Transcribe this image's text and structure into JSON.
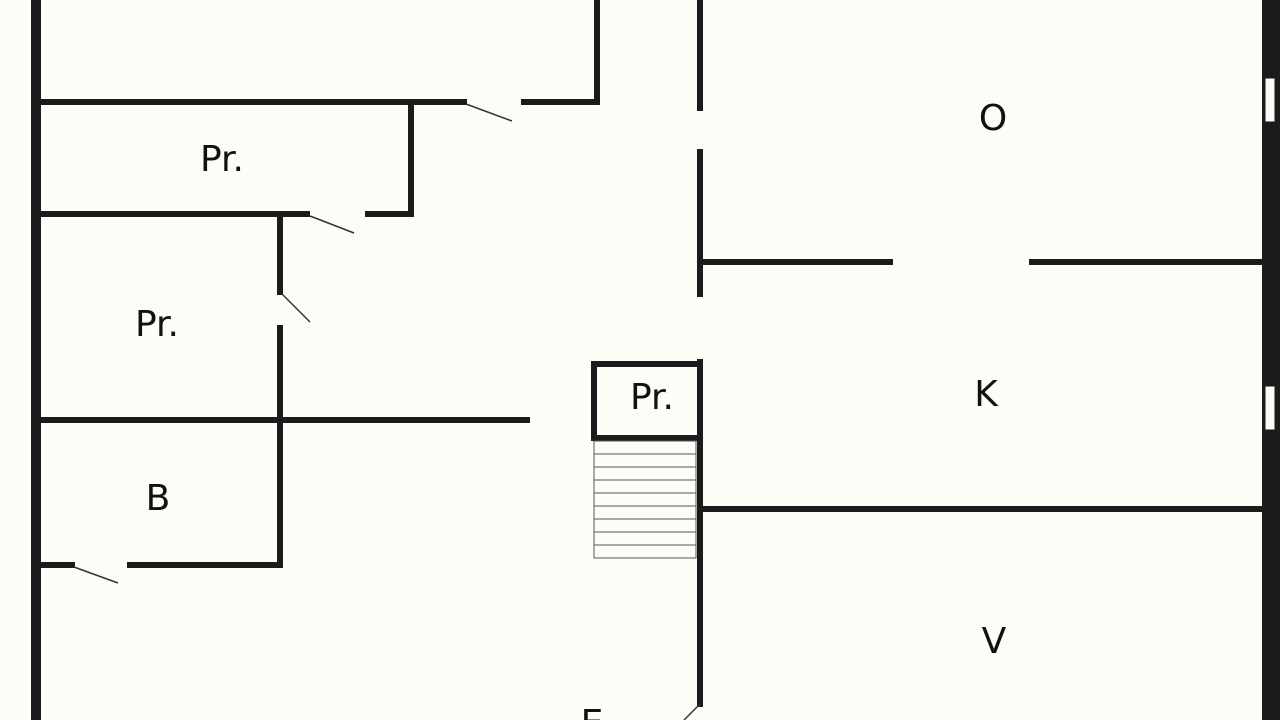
{
  "rooms": {
    "top_o": "O",
    "pantry_1": "Pr.",
    "pantry_2": "Pr.",
    "pantry_3": "Pr.",
    "kitchen": "K",
    "bath": "B",
    "living": "V",
    "entry": "E"
  },
  "colors": {
    "wall": "#1b1b1b",
    "background": "#fdfdf8"
  }
}
